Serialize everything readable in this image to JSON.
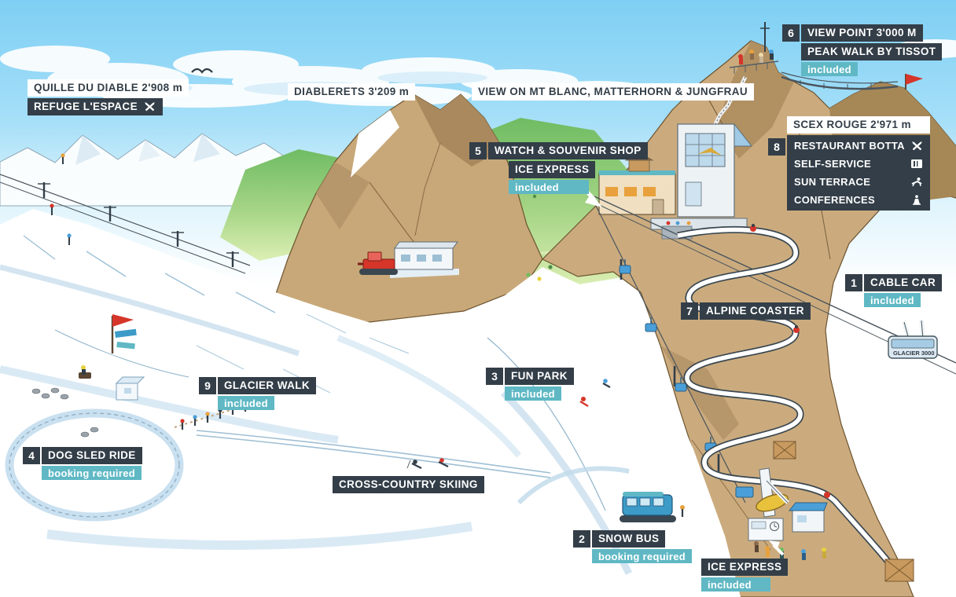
{
  "map_title": "Glacier 3000 illustrated panorama map",
  "colors": {
    "label_navy": "#333E48",
    "label_teal": "#5FB8C4",
    "sky_blue": "#7ECFF4",
    "rock_brown": "#C9AA7D",
    "valley_green": "#8BC873",
    "snow_shadow": "#C9DFEE",
    "accent_red": "#D63529"
  },
  "peaks": {
    "quille": {
      "title": "QUILLE DU DIABLE 2'908 m",
      "refuge": "REFUGE L'ESPACE",
      "refuge_icon": "utensils-icon"
    },
    "diablerets": {
      "title": "DIABLERETS 3'209 m"
    },
    "view_banner": {
      "title": "VIEW ON MT BLANC, MATTERHORN & JUNGFRAU"
    },
    "scex_rouge": {
      "title": "SCEX ROUGE 2'971 m"
    }
  },
  "pois": {
    "view_point": {
      "number": "6",
      "title": "VIEW POINT 3'000 M",
      "subtitle": "PEAK WALK BY TISSOT",
      "status": "included"
    },
    "restaurant_panel": {
      "number": "8",
      "rows": [
        {
          "label": "RESTAURANT BOTTA",
          "icon": "utensils-icon"
        },
        {
          "label": "SELF-SERVICE",
          "icon": "tray-icon"
        },
        {
          "label": "SUN TERRACE",
          "icon": "deckchair-icon"
        },
        {
          "label": "CONFERENCES",
          "icon": "lectern-icon"
        }
      ]
    },
    "watch_shop": {
      "number": "5",
      "title": "WATCH & SOUVENIR SHOP",
      "sub_label": "ICE EXPRESS",
      "status": "included"
    },
    "cable_car": {
      "number": "1",
      "title": "CABLE CAR",
      "status": "included"
    },
    "alpine_coaster": {
      "number": "7",
      "title": "ALPINE COASTER"
    },
    "fun_park": {
      "number": "3",
      "title": "FUN PARK",
      "status": "included"
    },
    "glacier_walk": {
      "number": "9",
      "title": "GLACIER WALK",
      "status": "included"
    },
    "dog_sled": {
      "number": "4",
      "title": "DOG SLED RIDE",
      "status": "booking required"
    },
    "cross_country": {
      "title": "CROSS-COUNTRY SKIING"
    },
    "snow_bus": {
      "number": "2",
      "title": "SNOW BUS",
      "status": "booking required"
    },
    "ice_express_base": {
      "title": "ICE EXPRESS",
      "status": "included"
    }
  },
  "cabin": {
    "label": "GLACIER 3000"
  }
}
